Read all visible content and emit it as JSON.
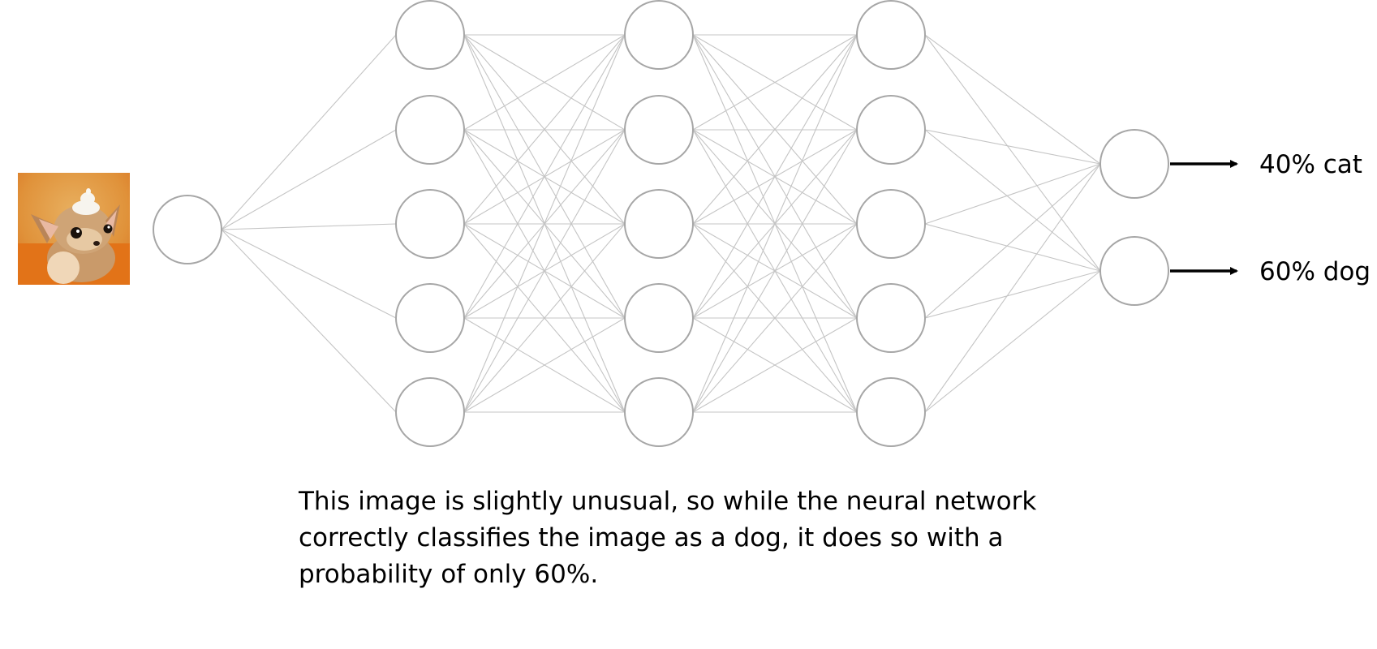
{
  "input_image": {
    "icon": "chihuahua-dog-photo",
    "background_color": "#e0923a"
  },
  "outputs": [
    {
      "label": "40% cat",
      "probability": 0.4,
      "class": "cat"
    },
    {
      "label": "60% dog",
      "probability": 0.6,
      "class": "dog"
    }
  ],
  "network": {
    "layer_sizes": [
      1,
      5,
      5,
      5,
      2
    ],
    "node_stroke_color": "#a6a6a6",
    "edge_color": "#c4c4c4"
  },
  "caption": {
    "line1": "This image is slightly unusual, so while the neural network",
    "line2": "correctly classifies the image as a dog, it does so with a",
    "line3": "probability of only 60%."
  }
}
